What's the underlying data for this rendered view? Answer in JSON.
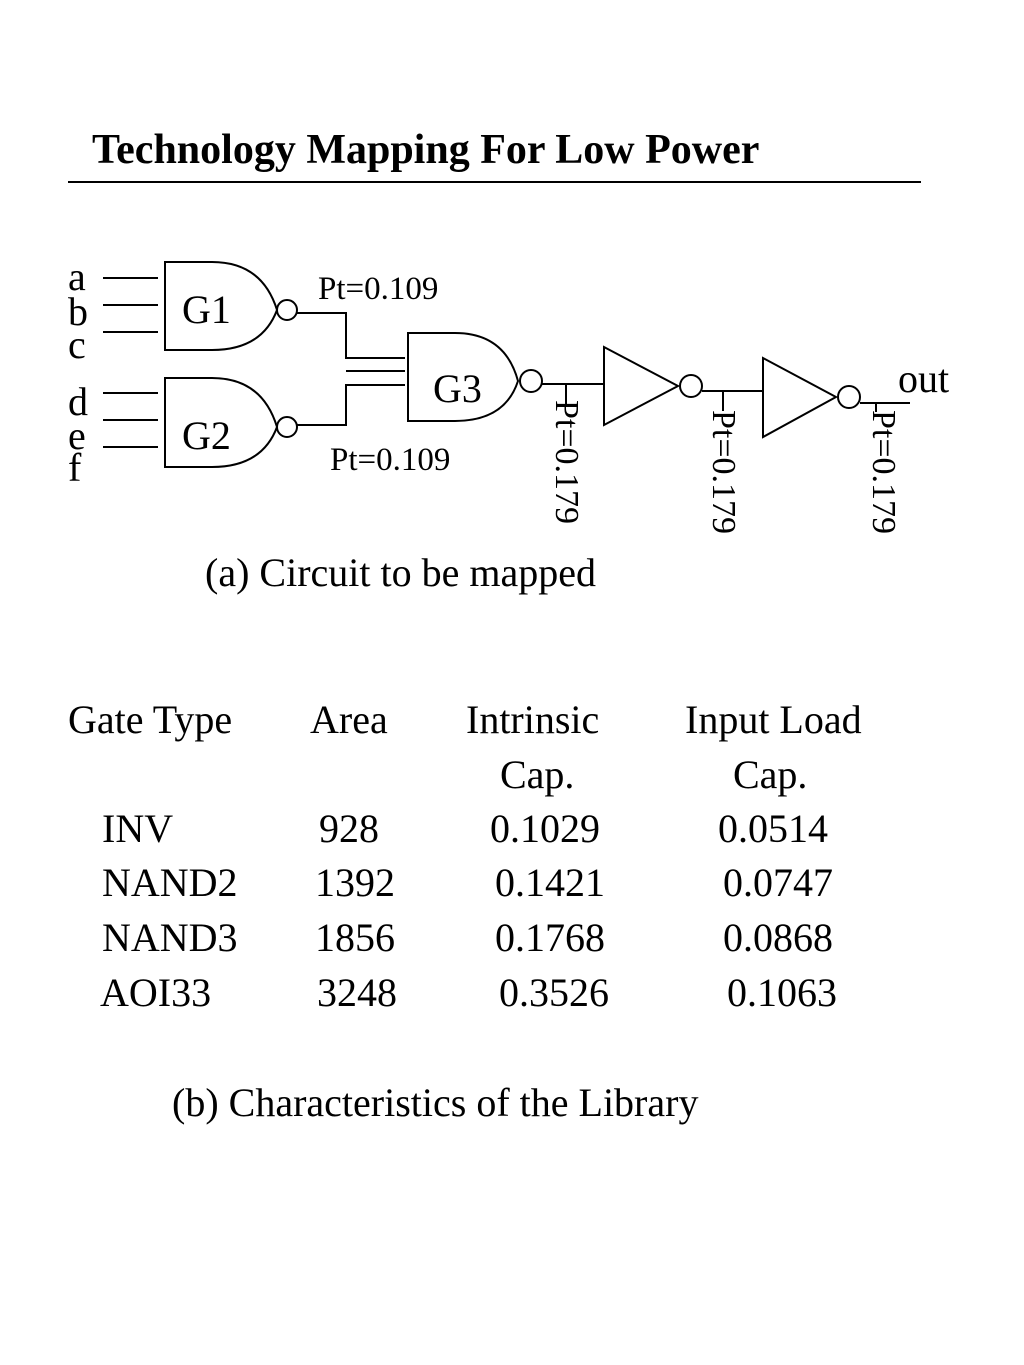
{
  "title": "Technology Mapping For Low Power",
  "circuit": {
    "inputs": [
      "a",
      "b",
      "c",
      "d",
      "e",
      "f"
    ],
    "gates": [
      {
        "id": "G1",
        "label": "G1"
      },
      {
        "id": "G2",
        "label": "G2"
      },
      {
        "id": "G3",
        "label": "G3"
      }
    ],
    "probabilities": {
      "g1_out": "Pt=0.109",
      "g2_out": "Pt=0.109",
      "g3_out": "Pt=0.179",
      "inv1_out": "Pt=0.179",
      "inv2_out": "Pt=0.179"
    },
    "output_label": "out",
    "caption": "(a) Circuit to be mapped"
  },
  "library": {
    "headers": [
      {
        "line1": "Gate Type",
        "line2": ""
      },
      {
        "line1": "Area",
        "line2": ""
      },
      {
        "line1": "Intrinsic",
        "line2": "Cap."
      },
      {
        "line1": "Input Load",
        "line2": "Cap."
      }
    ],
    "rows": [
      {
        "type": "INV",
        "area": "928",
        "intrinsic": "0.1029",
        "load": "0.0514"
      },
      {
        "type": "NAND2",
        "area": "1392",
        "intrinsic": "0.1421",
        "load": "0.0747"
      },
      {
        "type": "NAND3",
        "area": "1856",
        "intrinsic": "0.1768",
        "load": "0.0868"
      },
      {
        "type": "AOI33",
        "area": "3248",
        "intrinsic": "0.3526",
        "load": "0.1063"
      }
    ],
    "caption": "(b) Characteristics of the Library"
  }
}
